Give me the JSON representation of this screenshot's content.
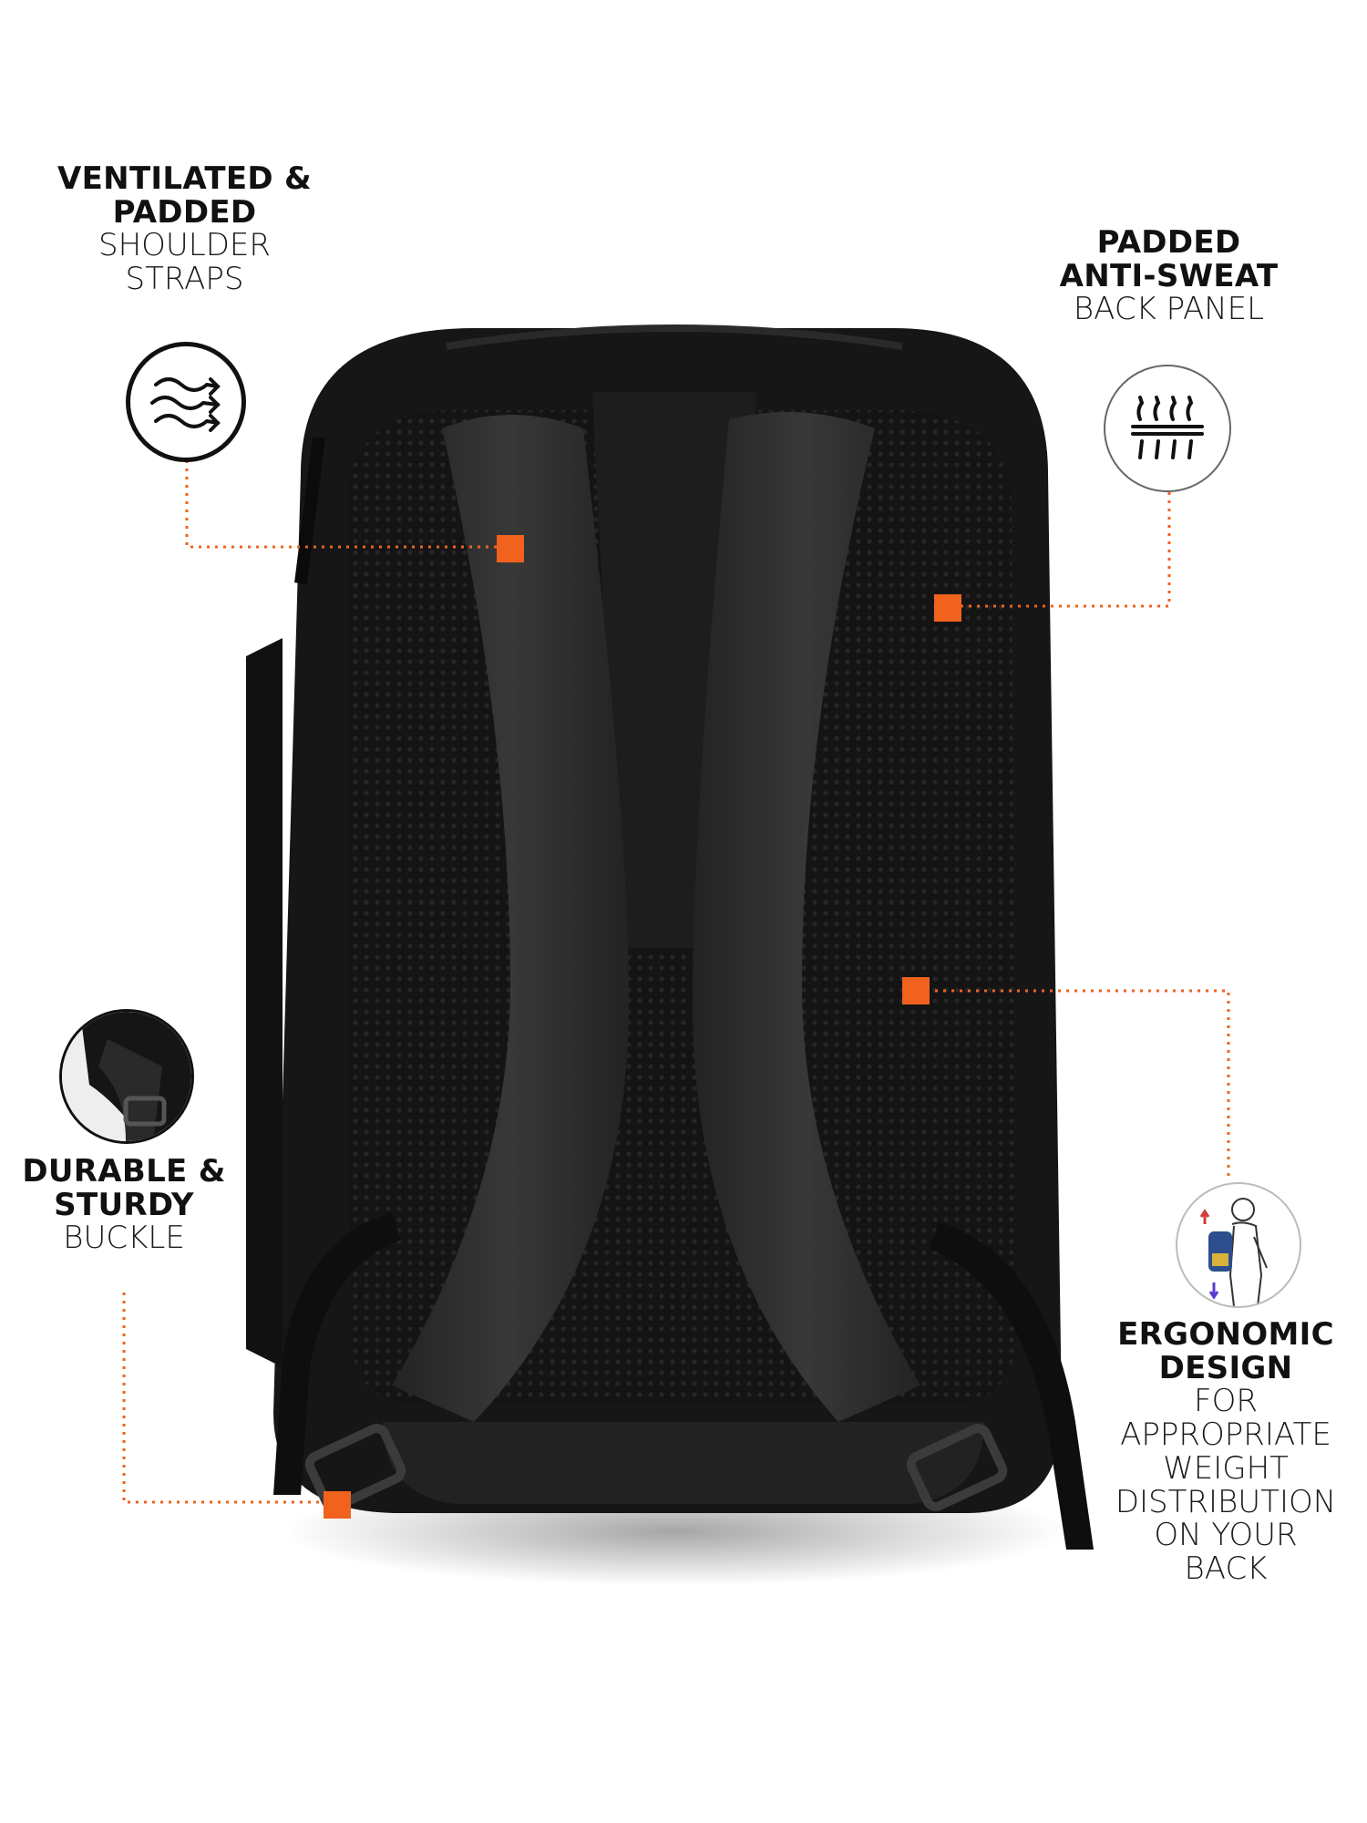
{
  "colors": {
    "accent": "#f0621e",
    "bag": "#151515",
    "strap": "#2b2b2b",
    "text": "#111111"
  },
  "callouts": {
    "shoulder_straps": {
      "bold": [
        "VENTILATED &",
        "PADDED"
      ],
      "light": [
        "SHOULDER",
        "STRAPS"
      ],
      "icon": "wavy-arrows-icon"
    },
    "back_panel": {
      "bold": [
        "PADDED",
        "ANTI-SWEAT"
      ],
      "light": [
        "BACK PANEL"
      ],
      "icon": "airflow-mesh-icon"
    },
    "buckle": {
      "bold": [
        "DURABLE &",
        "STURDY"
      ],
      "light": [
        "BUCKLE"
      ],
      "icon": "buckle-closeup-icon"
    },
    "ergonomic": {
      "bold": [
        "ERGONOMIC",
        "DESIGN"
      ],
      "light": [
        "FOR",
        "APPROPRIATE",
        "WEIGHT",
        "DISTRIBUTION",
        "ON YOUR",
        "BACK"
      ],
      "icon": "person-wearing-backpack-icon"
    }
  }
}
